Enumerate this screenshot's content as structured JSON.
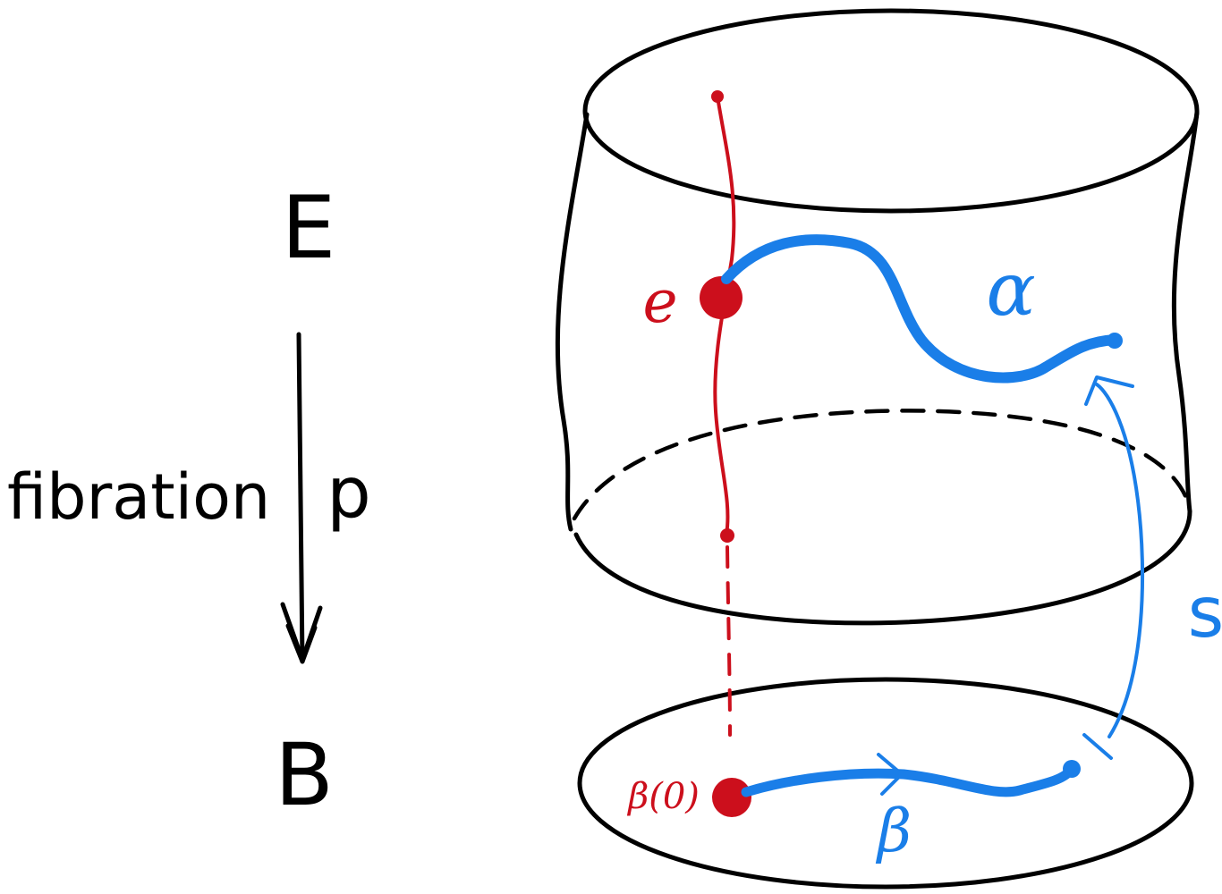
{
  "labels": {
    "total_space": "E",
    "base_space": "B",
    "map_name": "p",
    "map_caption": "fibration",
    "point_e": "e",
    "path_alpha": "α",
    "path_beta": "β",
    "point_beta0": "β(0)",
    "section": "s"
  },
  "colors": {
    "outline": "#000000",
    "fiber": "#cc0f1c",
    "path": "#1a7ee8",
    "background": "#ffffff"
  }
}
